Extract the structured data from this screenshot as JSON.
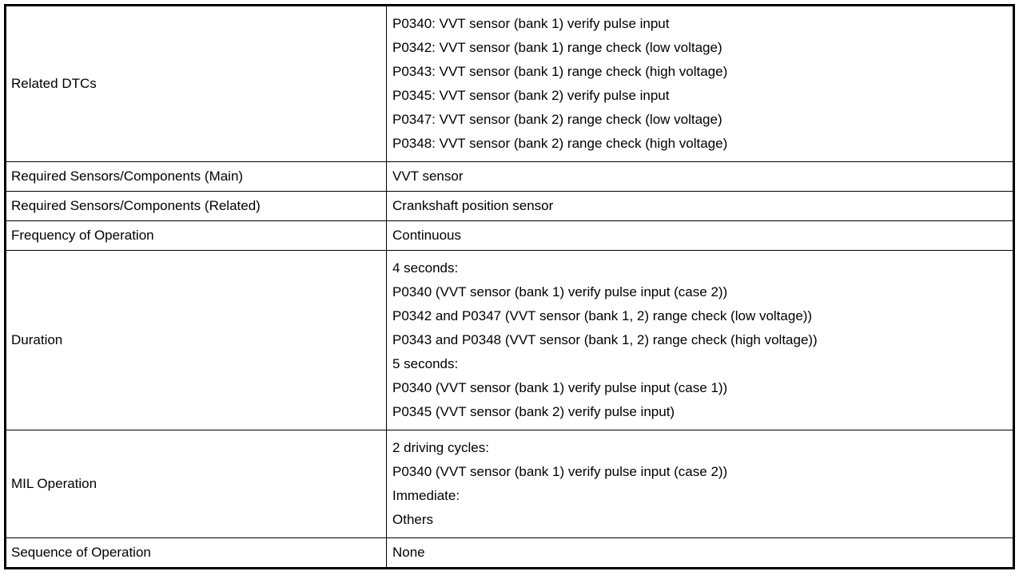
{
  "table": {
    "rows": [
      {
        "id": "related-dtcs",
        "label": "Related DTCs",
        "lines": [
          "P0340: VVT sensor (bank 1) verify pulse input",
          "P0342: VVT sensor (bank 1) range check (low voltage)",
          "P0343: VVT sensor (bank 1) range check (high voltage)",
          "P0345: VVT sensor (bank 2) verify pulse input",
          "P0347: VVT sensor (bank 2) range check (low voltage)",
          "P0348: VVT sensor (bank 2) range check (high voltage)"
        ]
      },
      {
        "id": "required-sensors-main",
        "label": "Required Sensors/Components (Main)",
        "lines": [
          "VVT sensor"
        ]
      },
      {
        "id": "required-sensors-related",
        "label": "Required Sensors/Components (Related)",
        "lines": [
          "Crankshaft position sensor"
        ]
      },
      {
        "id": "frequency-of-operation",
        "label": "Frequency of Operation",
        "lines": [
          "Continuous"
        ]
      },
      {
        "id": "duration",
        "label": "Duration",
        "lines": [
          "4 seconds:",
          "P0340 (VVT sensor (bank 1) verify pulse input (case 2))",
          "P0342 and P0347 (VVT sensor (bank 1, 2) range check (low voltage))",
          "P0343 and P0348 (VVT sensor (bank 1, 2) range check (high voltage))",
          "5 seconds:",
          "P0340 (VVT sensor (bank 1) verify pulse input (case 1))",
          "P0345 (VVT sensor (bank 2) verify pulse input)"
        ]
      },
      {
        "id": "mil-operation",
        "label": "MIL Operation",
        "lines": [
          "2 driving cycles:",
          "P0340 (VVT sensor (bank 1) verify pulse input (case 2))",
          "Immediate:",
          "Others"
        ]
      },
      {
        "id": "sequence-of-operation",
        "label": "Sequence of Operation",
        "lines": [
          "None"
        ]
      }
    ]
  },
  "colors": {
    "border": "#000000",
    "text": "#000000",
    "background": "#ffffff"
  }
}
